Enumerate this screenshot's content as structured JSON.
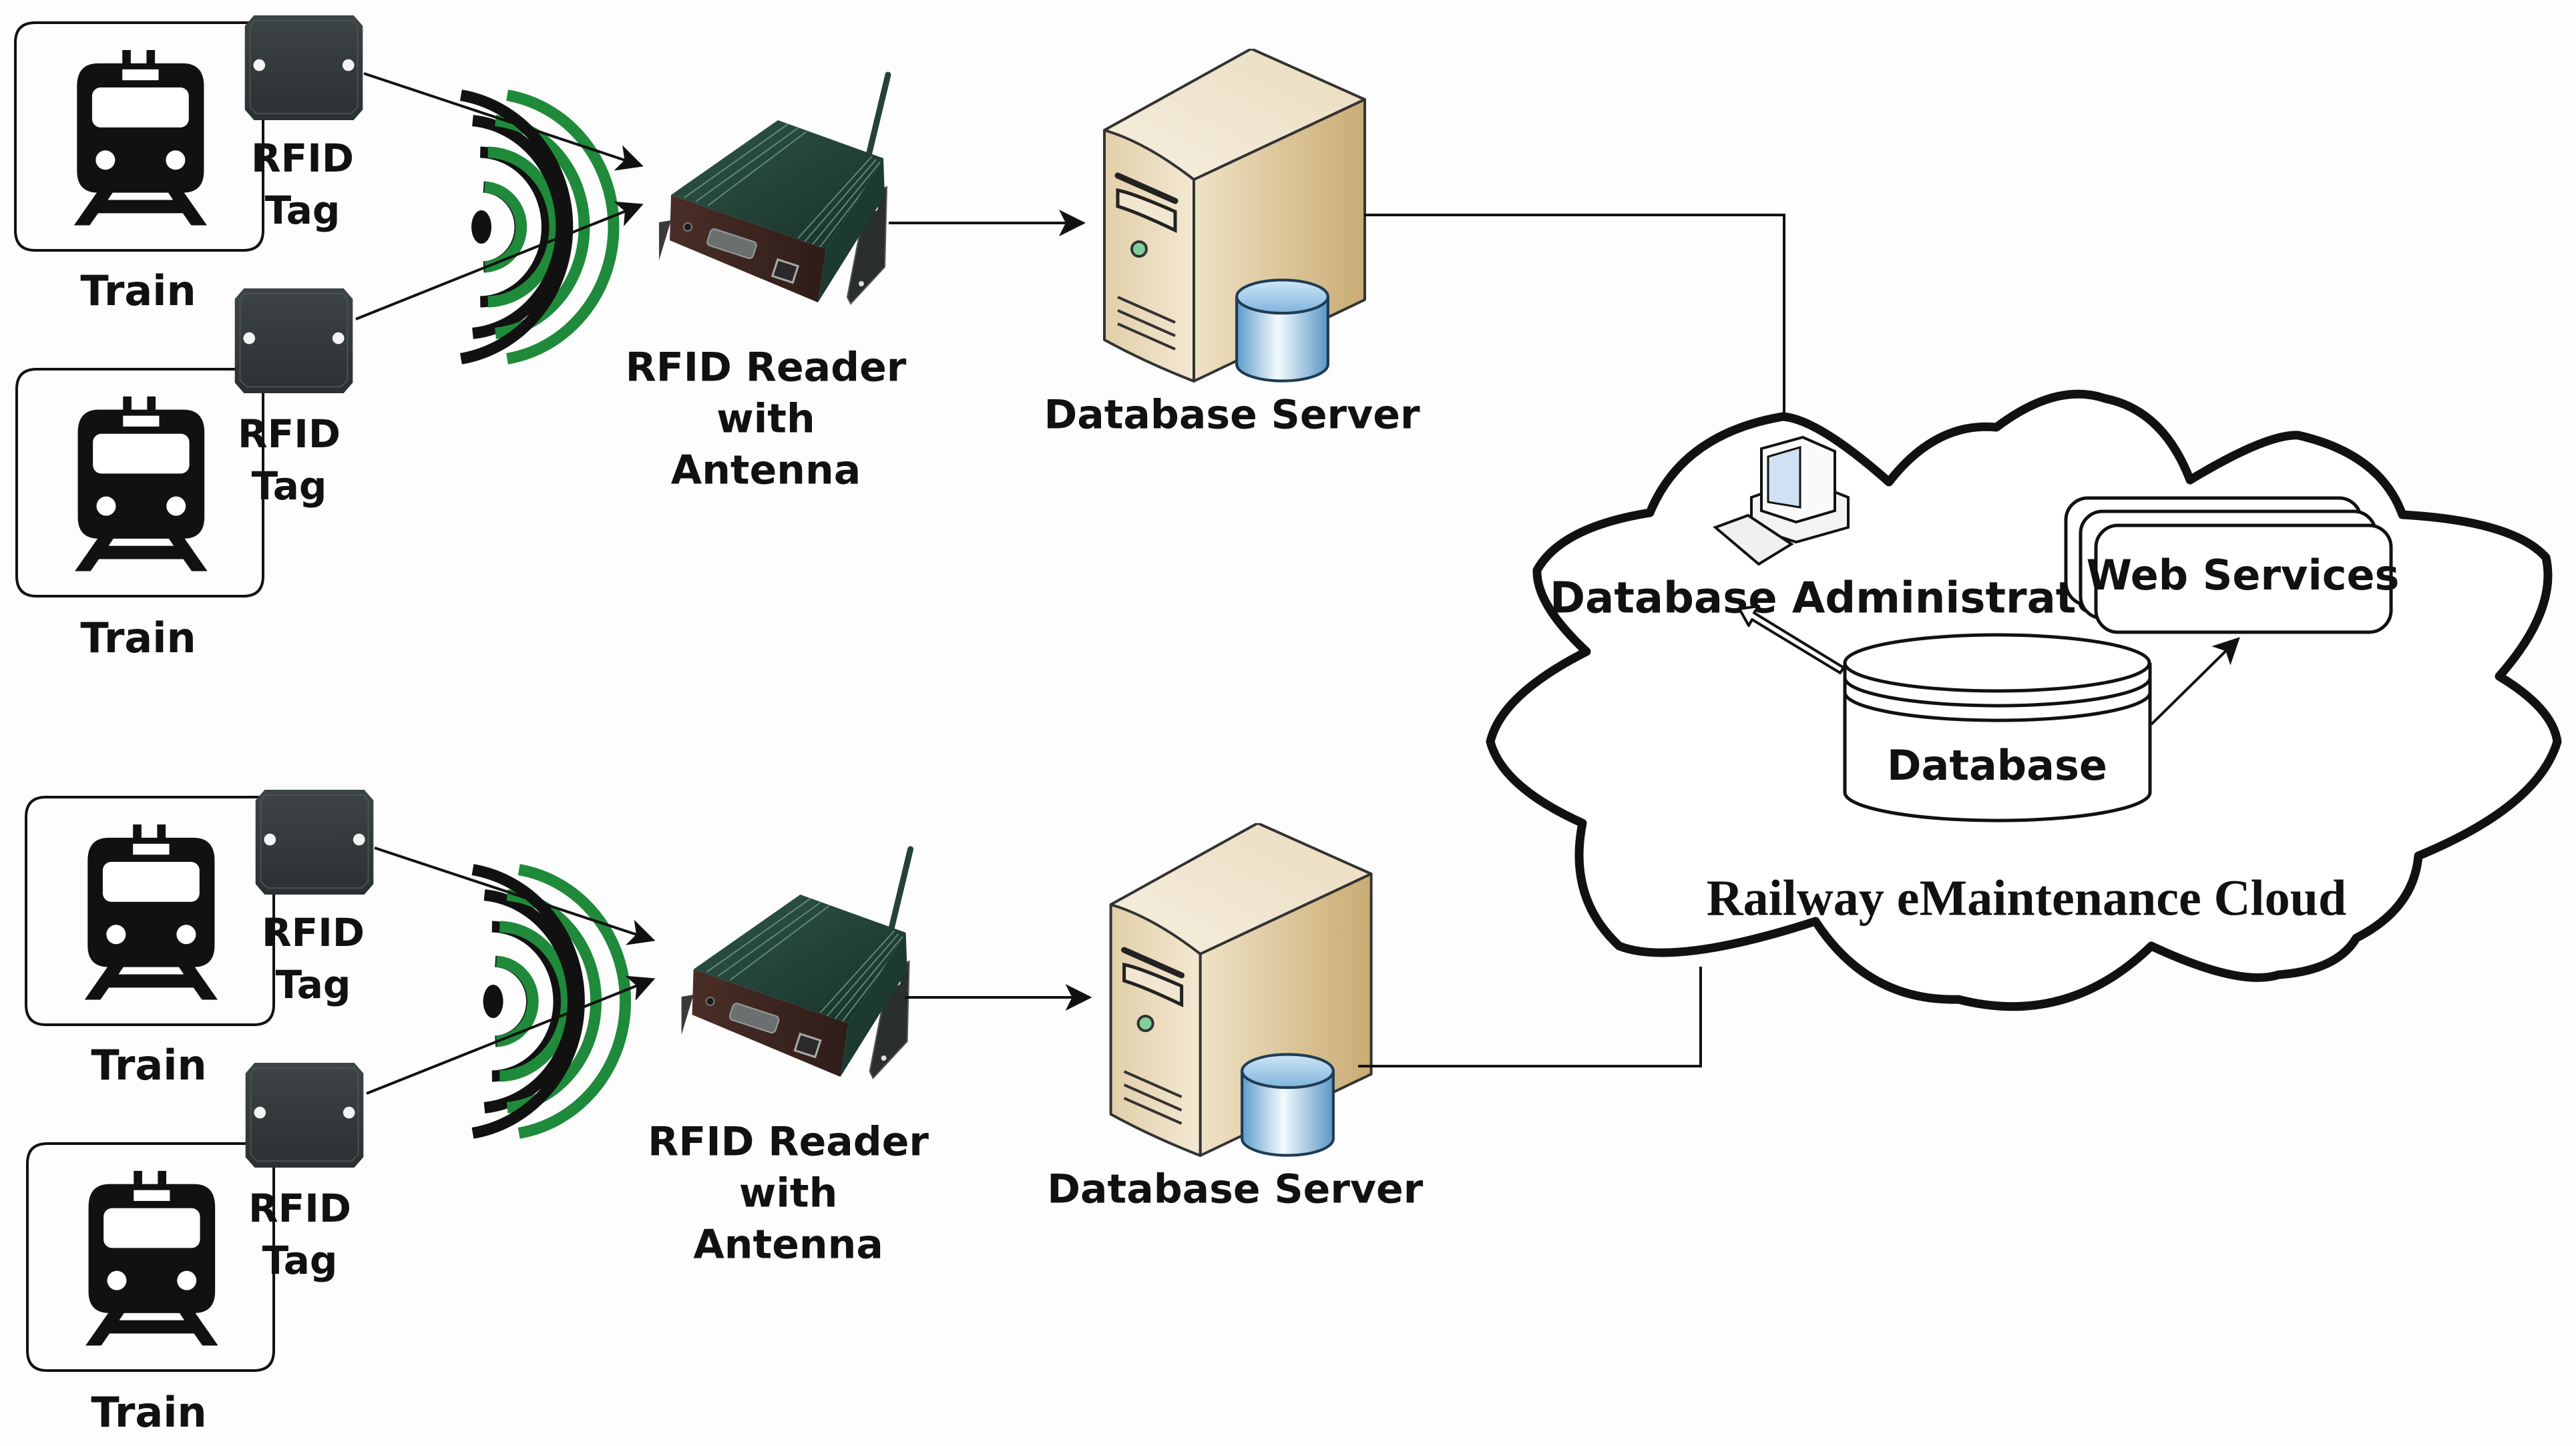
{
  "diagram": {
    "title": "Railway eMaintenance Cloud",
    "colors": {
      "background": "#fdfdfd",
      "line": "#111111",
      "wave_black": "#111111",
      "wave_green": "#1f8a3a",
      "tag_body": "#33393b",
      "reader_top": "#24443a",
      "reader_front": "#3a2621",
      "server_body": "#e8d6b4",
      "server_side": "#d2b98a",
      "db_cylinder": "#8cc0e4"
    },
    "clusters": [
      {
        "trains": [
          {
            "label": "Train",
            "tag_label_line1": "RFID",
            "tag_label_line2": "Tag"
          },
          {
            "label": "Train",
            "tag_label_line1": "RFID",
            "tag_label_line2": "Tag"
          }
        ],
        "reader": {
          "line1": "RFID Reader",
          "line2": "with",
          "line3": "Antenna"
        },
        "server": {
          "label": "Database Server"
        }
      },
      {
        "trains": [
          {
            "label": "Train",
            "tag_label_line1": "RFID",
            "tag_label_line2": "Tag"
          },
          {
            "label": "Train",
            "tag_label_line1": "RFID",
            "tag_label_line2": "Tag"
          }
        ],
        "reader": {
          "line1": "RFID Reader",
          "line2": "with",
          "line3": "Antenna"
        },
        "server": {
          "label": "Database Server"
        }
      }
    ],
    "cloud": {
      "title": "Railway eMaintenance Cloud",
      "admin_label": "Database Administrator",
      "database_label": "Database",
      "web_services_label": "Web Services"
    }
  }
}
